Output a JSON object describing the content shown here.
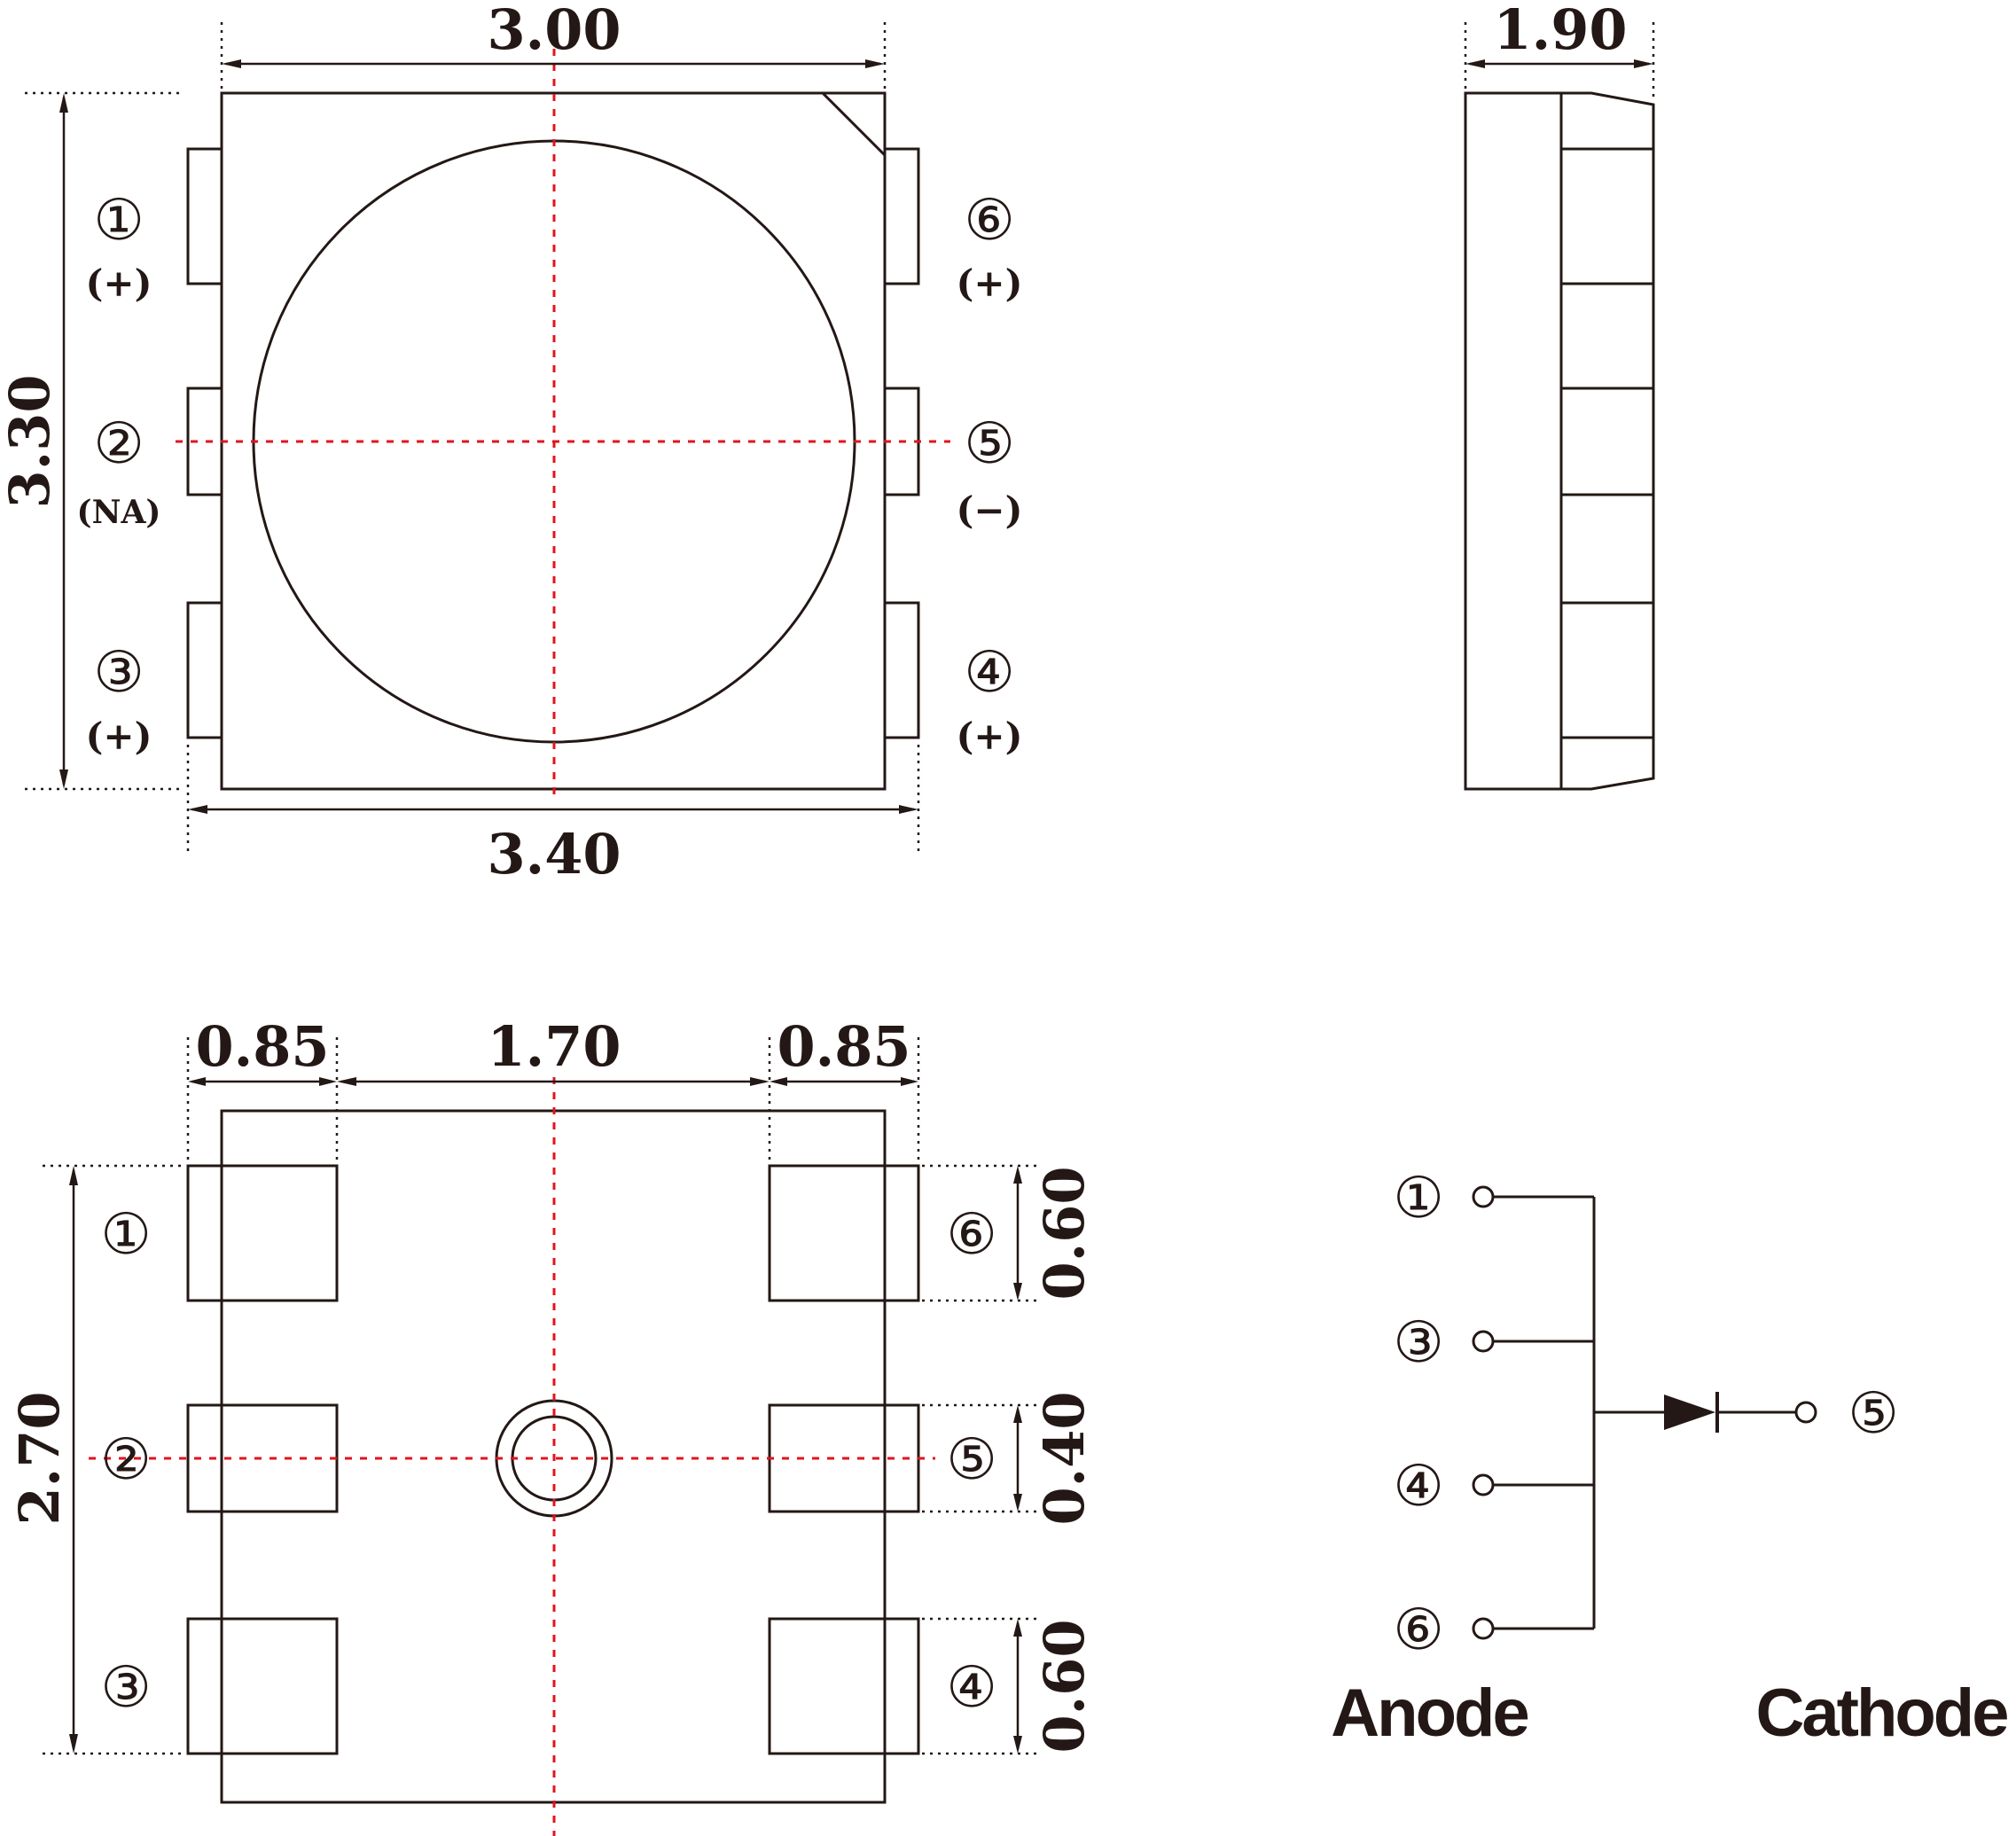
{
  "colors": {
    "ink": "#231815",
    "centerline": "#e0141e",
    "background": "#ffffff"
  },
  "top_view": {
    "width_body": "3.00",
    "width_overall": "3.40",
    "height": "3.30",
    "pins": {
      "p1": {
        "num": "①",
        "pol": "(+)"
      },
      "p2": {
        "num": "②",
        "pol": "(NA)"
      },
      "p3": {
        "num": "③",
        "pol": "(+)"
      },
      "p4": {
        "num": "④",
        "pol": "(+)"
      },
      "p5": {
        "num": "⑤",
        "pol": "(−)"
      },
      "p6": {
        "num": "⑥",
        "pol": "(+)"
      }
    }
  },
  "side_view": {
    "thickness": "1.90"
  },
  "footprint": {
    "pad_w_left": "0.85",
    "pad_gap": "1.70",
    "pad_w_right": "0.85",
    "height": "2.70",
    "pad_h_top": "0.60",
    "pad_h_mid": "0.40",
    "pad_h_bottom": "0.60",
    "pins": {
      "p1": "①",
      "p2": "②",
      "p3": "③",
      "p4": "④",
      "p5": "⑤",
      "p6": "⑥"
    }
  },
  "schematic": {
    "pins_left": [
      "①",
      "③",
      "④",
      "⑥"
    ],
    "pin_right": "⑤",
    "anode_label": "Anode",
    "cathode_label": "Cathode"
  }
}
